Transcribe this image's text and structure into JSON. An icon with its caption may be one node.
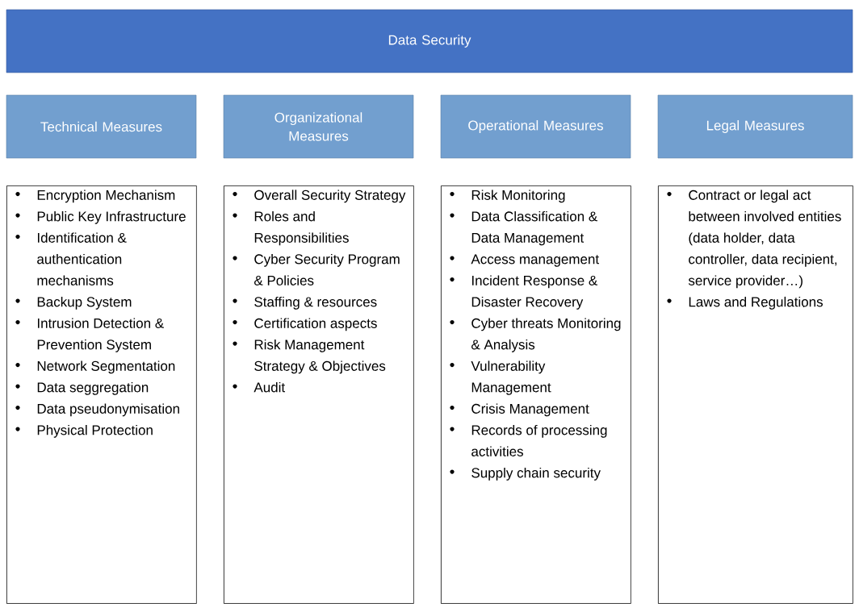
{
  "diagram": {
    "nodes": [
      {
        "text": [
          "Data Security"
        ]
      },
      {
        "text": [
          "Technical Measures"
        ]
      },
      {
        "text": [
          "Organizational Measures"
        ]
      },
      {
        "text": [
          "Operational Measures"
        ]
      },
      {
        "text": [
          "Legal Measures"
        ]
      },
      {
        "text": [
          "Encryption Mechanism",
          "Public Key Infrastructure",
          "Identification & authentication mechanisms",
          "Backup System",
          "Intrusion Detection & Prevention System",
          "Network Segmentation",
          "Data seggregation",
          "Data pseudonymisation",
          "Physical Protection"
        ]
      },
      {
        "text": [
          "Overall Security Strategy",
          "Roles and Responsibilities",
          "Cyber Security Program & Policies",
          "Staffing & resources",
          "Certification aspects",
          "Risk Management Strategy & Objectives",
          "Audit"
        ]
      },
      {
        "text": [
          "Risk Monitoring",
          "Data Classification & Data Management",
          "Access management",
          "Incident Response & Disaster Recovery",
          "Cyber threats Monitoring & Analysis",
          "Vulnerability Management",
          "Crisis Management",
          "Records of processing activities",
          "Supply chain security"
        ]
      },
      {
        "text": [
          "Contract or legal act between involved entities (data holder, data controller, data recipient, service provider…)",
          "Laws and Regulations"
        ]
      }
    ]
  }
}
